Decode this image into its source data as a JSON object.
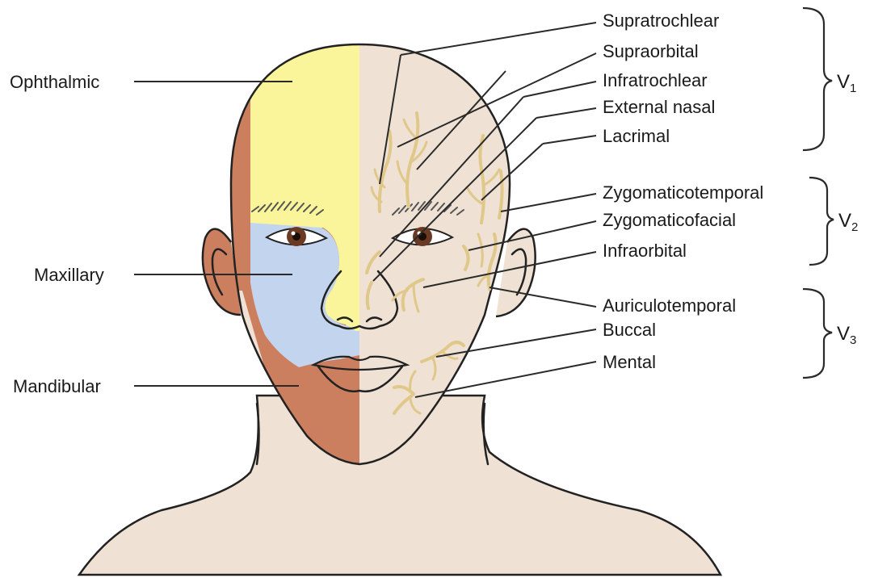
{
  "colors": {
    "skin": "#efe1d3",
    "ophthalmic": "#faf59a",
    "maxillary": "#c3d5ee",
    "mandibular": "#cc7f5e",
    "nerve": "#e0c88a",
    "iris": "#6a3a22"
  },
  "left_labels": {
    "ophthalmic": "Ophthalmic",
    "maxillary": "Maxillary",
    "mandibular": "Mandibular"
  },
  "right_labels": {
    "supratrochlear": "Supratrochlear",
    "supraorbital": "Supraorbital",
    "infratrochlear": "Infratrochlear",
    "external_nasal": "External nasal",
    "lacrimal": "Lacrimal",
    "zygomaticotemporal": "Zygomaticotemporal",
    "zygomaticofacial": "Zygomaticofacial",
    "infraorbital": "Infraorbital",
    "auriculotemporal": "Auriculotemporal",
    "buccal": "Buccal",
    "mental": "Mental"
  },
  "groups": {
    "v1": {
      "letter": "V",
      "subscript": "1"
    },
    "v2": {
      "letter": "V",
      "subscript": "2"
    },
    "v3": {
      "letter": "V",
      "subscript": "3"
    }
  }
}
